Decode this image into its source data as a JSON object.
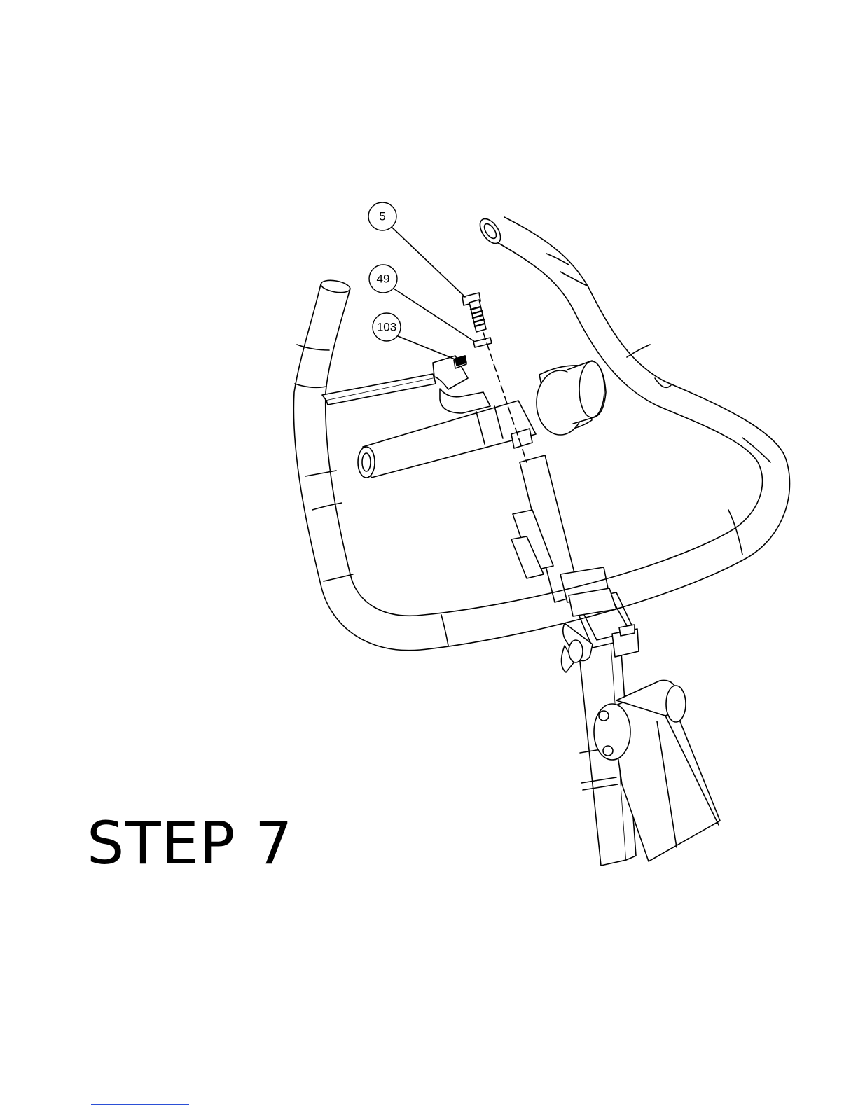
{
  "step": {
    "title": "STEP 7"
  },
  "callouts": [
    {
      "id": "part-5",
      "label": "5"
    },
    {
      "id": "part-49",
      "label": "49"
    },
    {
      "id": "part-103",
      "label": "103"
    }
  ],
  "colors": {
    "line": "#000000",
    "fill": "#ffffff",
    "footer_rule": "#2b4fd6"
  }
}
